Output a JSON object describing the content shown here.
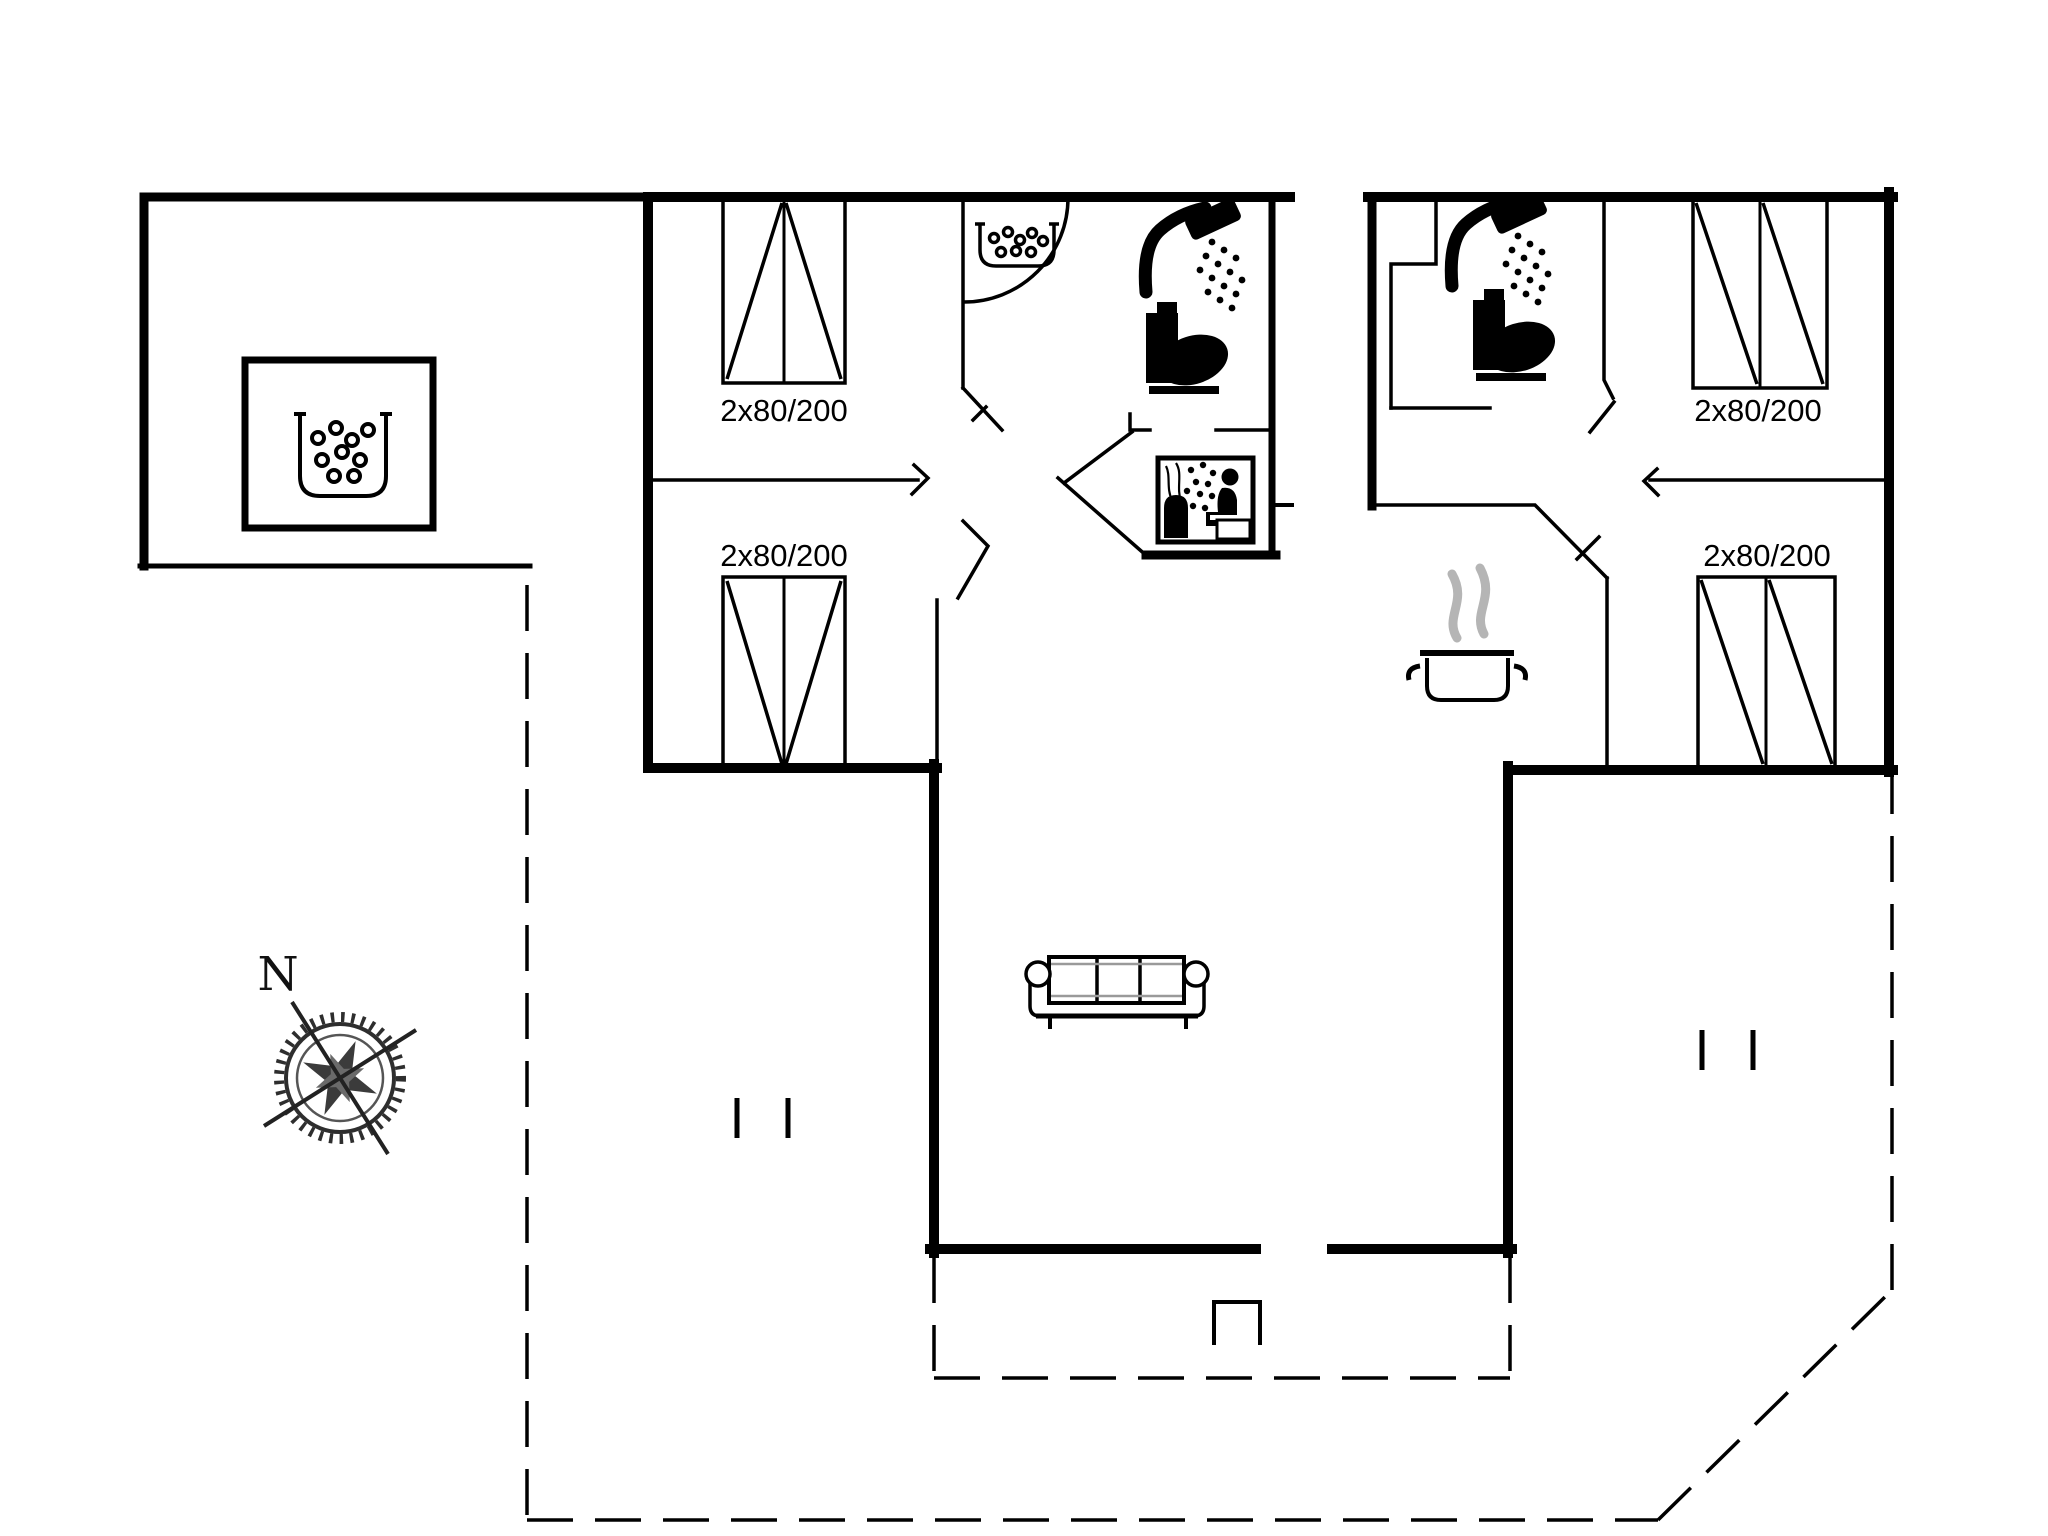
{
  "floor_plan": {
    "compass": {
      "label": "N"
    },
    "beds": [
      {
        "name": "bedroom-1-bed",
        "label": "2x80/200"
      },
      {
        "name": "bedroom-2-bed",
        "label": "2x80/200"
      },
      {
        "name": "bedroom-3-bed",
        "label": "2x80/200"
      },
      {
        "name": "bedroom-4-bed",
        "label": "2x80/200"
      }
    ],
    "icons": [
      "hot-tub-icon",
      "washbasin-icon",
      "shower-icon",
      "toilet-icon",
      "sauna-icon",
      "cooking-pot-icon",
      "sofa-icon",
      "compass-rose-icon",
      "entrance-door-icon",
      "window-post-marks"
    ],
    "colors": {
      "line": "#000000",
      "background": "#ffffff",
      "steam_gray": "#b5b5b5",
      "compass_gray": "#2e2e2e"
    },
    "strokes": {
      "exterior_wall": 10,
      "wing_partition": 7,
      "interior_wall": 3.5,
      "dashed_terrace": "46 22"
    }
  }
}
